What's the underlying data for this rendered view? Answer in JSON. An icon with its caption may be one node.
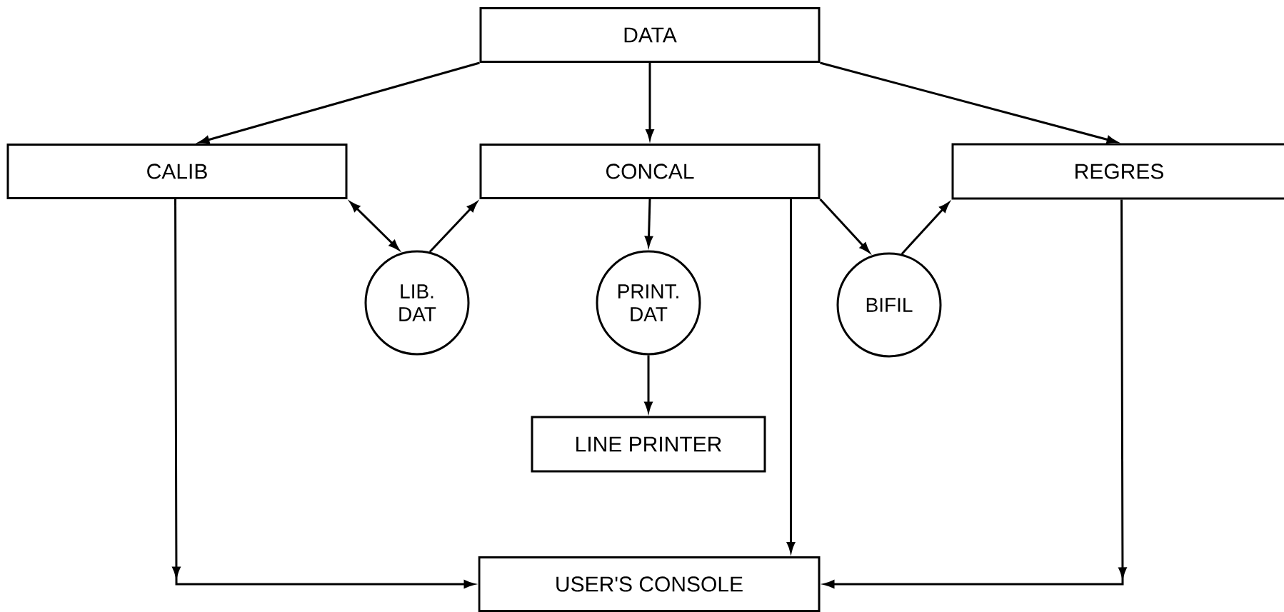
{
  "diagram": {
    "nodes": [
      {
        "text": [
          "DATA"
        ]
      },
      {
        "text": [
          "CALIB"
        ]
      },
      {
        "text": [
          "CONCAL"
        ]
      },
      {
        "text": [
          "REGRES"
        ]
      },
      {
        "text": [
          "LIB. DAT"
        ]
      },
      {
        "text": [
          "PRINT. DAT"
        ]
      },
      {
        "text": [
          "BIFIL"
        ]
      },
      {
        "text": [
          "LINE PRINTER"
        ]
      },
      {
        "text": [
          "USER'S CONSOLE"
        ]
      }
    ],
    "edges": [
      {
        "from": 0,
        "to": 1,
        "arrow": "to"
      },
      {
        "from": 0,
        "to": 2,
        "arrow": "to"
      },
      {
        "from": 0,
        "to": 3,
        "arrow": "to"
      },
      {
        "from": 1,
        "to": 4,
        "arrow": "both"
      },
      {
        "from": 4,
        "to": 2,
        "arrow": "to"
      },
      {
        "from": 2,
        "to": 5,
        "arrow": "to"
      },
      {
        "from": 2,
        "to": 6,
        "arrow": "to"
      },
      {
        "from": 6,
        "to": 3,
        "arrow": "to"
      },
      {
        "from": 5,
        "to": 7,
        "arrow": "to"
      },
      {
        "from": 1,
        "to": 8,
        "arrow": "to"
      },
      {
        "from": 2,
        "to": 8,
        "arrow": "to"
      },
      {
        "from": 3,
        "to": 8,
        "arrow": "to"
      }
    ]
  }
}
